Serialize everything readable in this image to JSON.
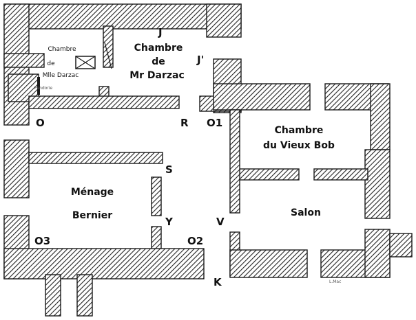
{
  "rooms": {
    "mathilde": {
      "l1": "Chambre",
      "l2": "de",
      "l3": "Mlle Darzac"
    },
    "darzac": {
      "l1": "Chambre",
      "l2": "de",
      "l3": "Mr Darzac"
    },
    "vieux_bob": {
      "l1": "Chambre",
      "l2": "du Vieux Bob"
    },
    "menage": {
      "l1": "Ménage",
      "l2": "Bernier"
    },
    "salon": "Salon"
  },
  "alcove_label": "Pendorie",
  "points": {
    "J": "J",
    "J_prime": "J'",
    "O": "O",
    "R": "R",
    "O1": "O1",
    "S": "S",
    "Y": "Y",
    "V": "V",
    "O3": "O3",
    "O2": "O2",
    "K": "K"
  },
  "signature": "L.Mac",
  "colors": {
    "ink": "#1a1a1a",
    "paper": "#ffffff"
  }
}
